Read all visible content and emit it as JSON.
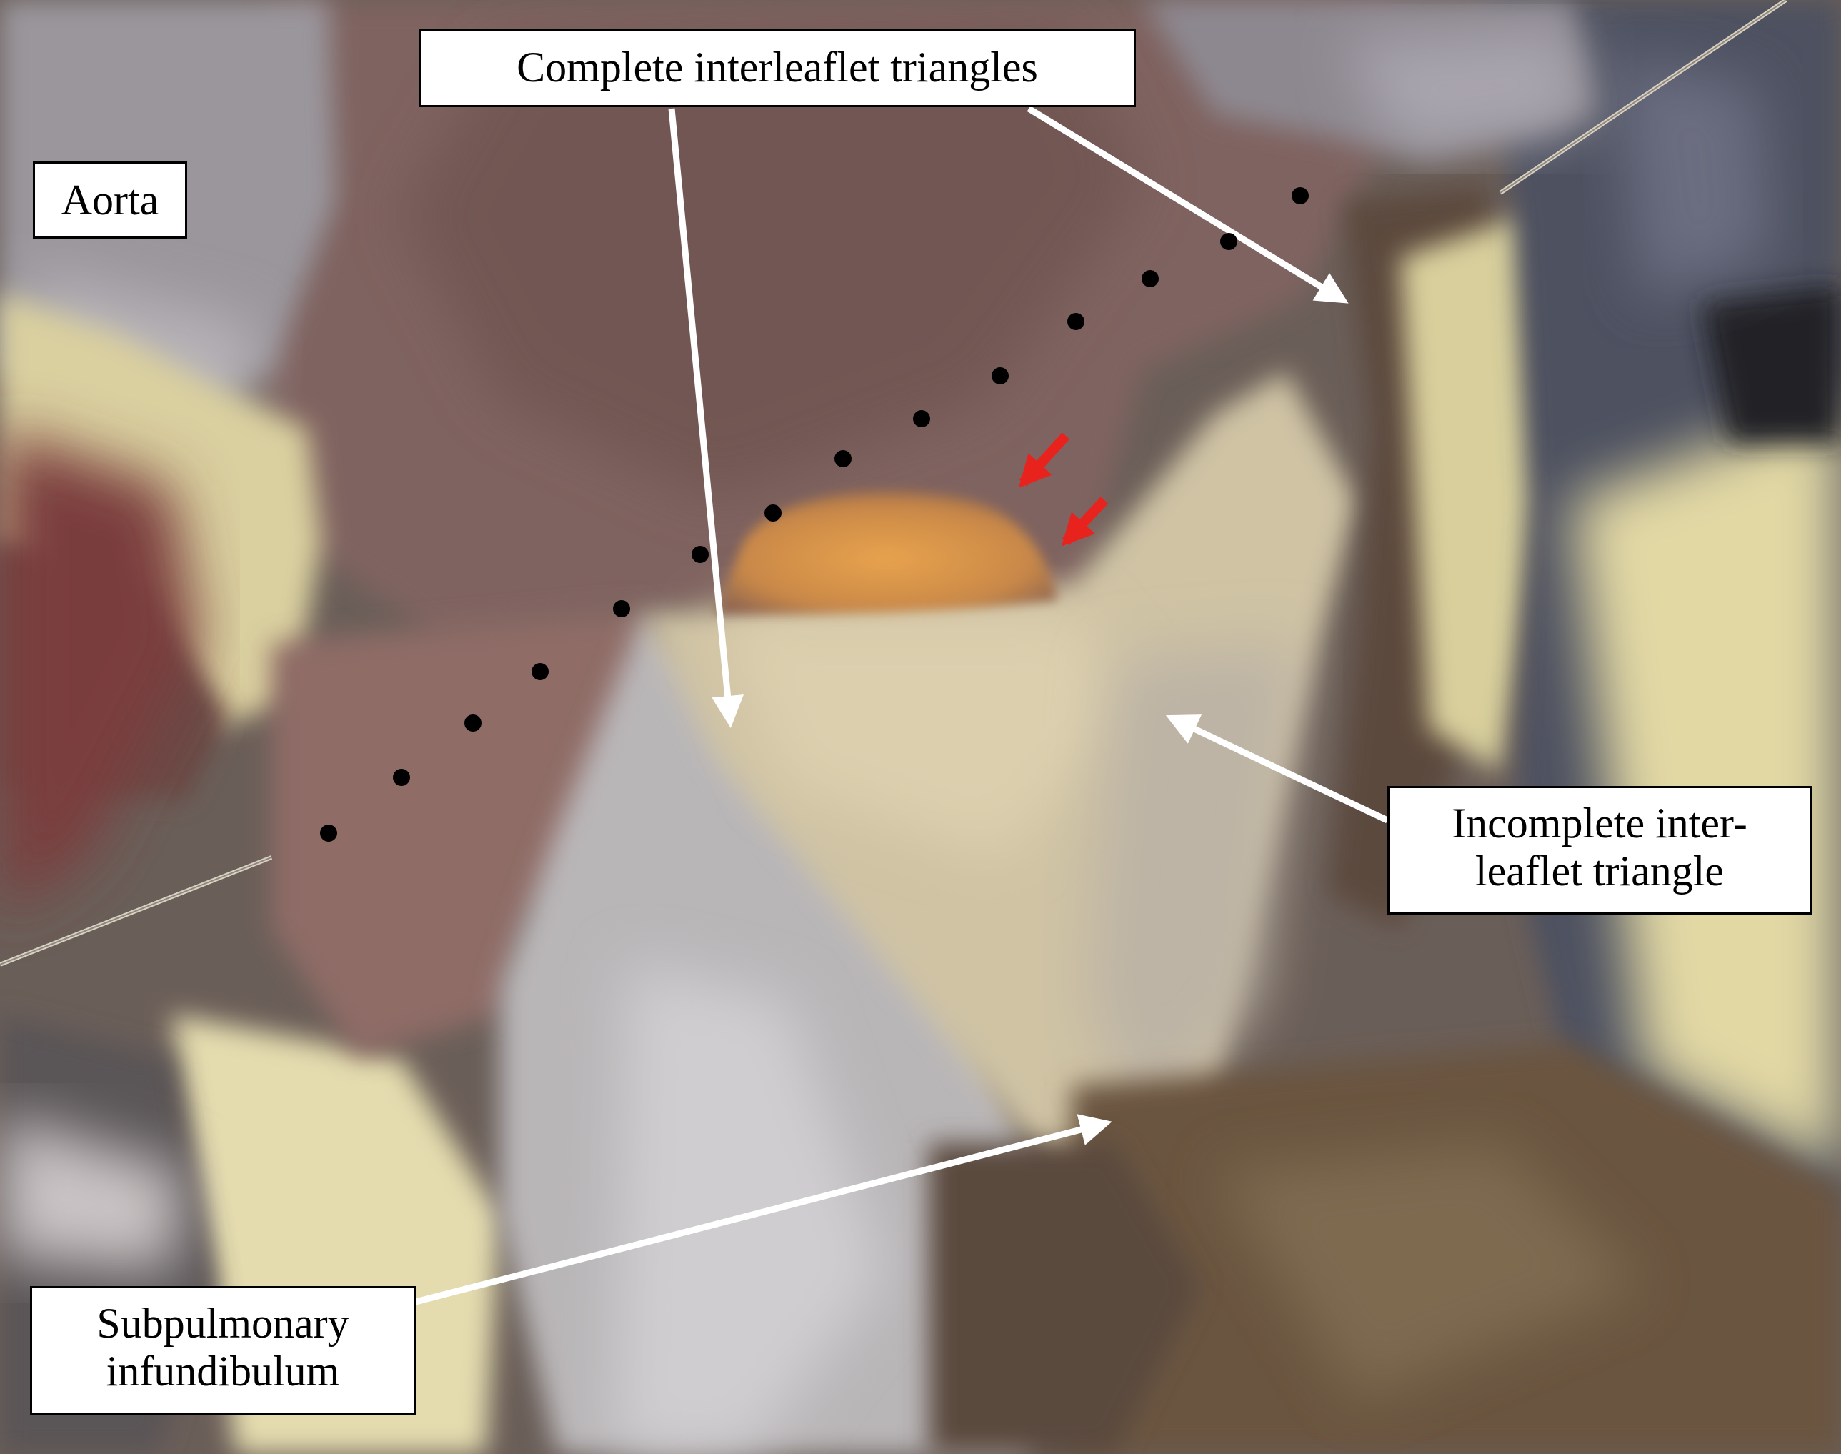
{
  "labels": {
    "complete_interleaflet": "Complete interleaflet triangles",
    "aorta": "Aorta",
    "incomplete_line1": "Incomplete inter-",
    "incomplete_line2": "leaflet triangle",
    "subpulmonary_line1": "Subpulmonary",
    "subpulmonary_line2": "infundibulum"
  },
  "colors": {
    "annotation_arrow": "#ffffff",
    "red_marker_arrow": "#e8231e",
    "dotted_line": "#000000"
  }
}
